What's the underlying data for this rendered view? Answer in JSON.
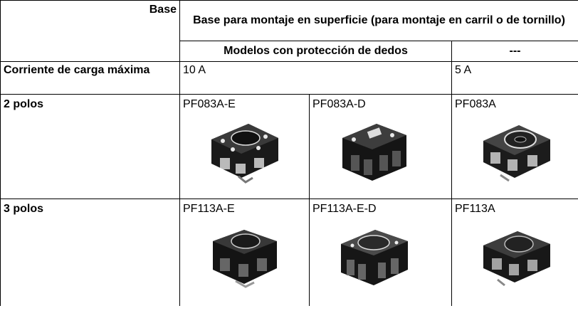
{
  "header": {
    "base_label": "Base",
    "mount_title": "Base para montaje en superficie (para montaje en carril o de tornillo)",
    "finger_protection": "Modelos con protección de dedos",
    "no_protection": "---"
  },
  "rows": {
    "current": {
      "label": "Corriente de carga máxima",
      "val_protected": "10 A",
      "val_unprotected": "5 A"
    },
    "two_pole": {
      "label": "2 polos",
      "models": [
        "PF083A-E",
        "PF083A-D",
        "PF083A"
      ]
    },
    "three_pole": {
      "label": "3 polos",
      "models": [
        "PF113A-E",
        "PF113A-E-D",
        "PF113A"
      ]
    }
  },
  "images": {
    "two_pole": [
      "relay-socket-photo",
      "relay-socket-photo",
      "relay-socket-photo"
    ],
    "three_pole": [
      "relay-socket-photo",
      "relay-socket-photo",
      "relay-socket-photo"
    ]
  }
}
